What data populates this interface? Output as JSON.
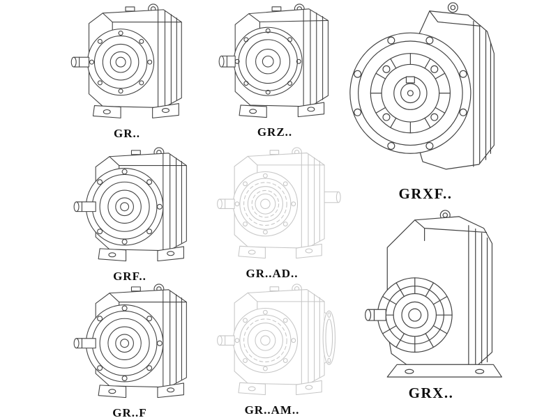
{
  "page": {
    "background": "#ffffff"
  },
  "colors": {
    "ink": "#414141",
    "ghost": "#c6c6c6",
    "label_text": "#0d0d0d",
    "background": "#ffffff"
  },
  "models": [
    {
      "id": "gr",
      "label": "GR..",
      "drawing": "helical-gear-reducer-foot-mounted"
    },
    {
      "id": "grz",
      "label": "GRZ..",
      "drawing": "helical-gear-reducer-foot-mounted-z"
    },
    {
      "id": "grxf",
      "label": "GRXF..",
      "drawing": "helical-gear-reducer-flange-front-view"
    },
    {
      "id": "grf",
      "label": "GRF..",
      "drawing": "helical-gear-reducer-flange-foot"
    },
    {
      "id": "gr_ad",
      "label": "GR..AD..",
      "drawing": "helical-gear-reducer-input-adapter-ghost"
    },
    {
      "id": "gr_f",
      "label": "GR..F",
      "drawing": "helical-gear-reducer-flange-foot"
    },
    {
      "id": "gr_am",
      "label": "GR..AM..",
      "drawing": "helical-gear-reducer-motor-flange-ghost"
    },
    {
      "id": "grx",
      "label": "GRX..",
      "drawing": "helical-gear-reducer-large-foot-mounted"
    }
  ]
}
